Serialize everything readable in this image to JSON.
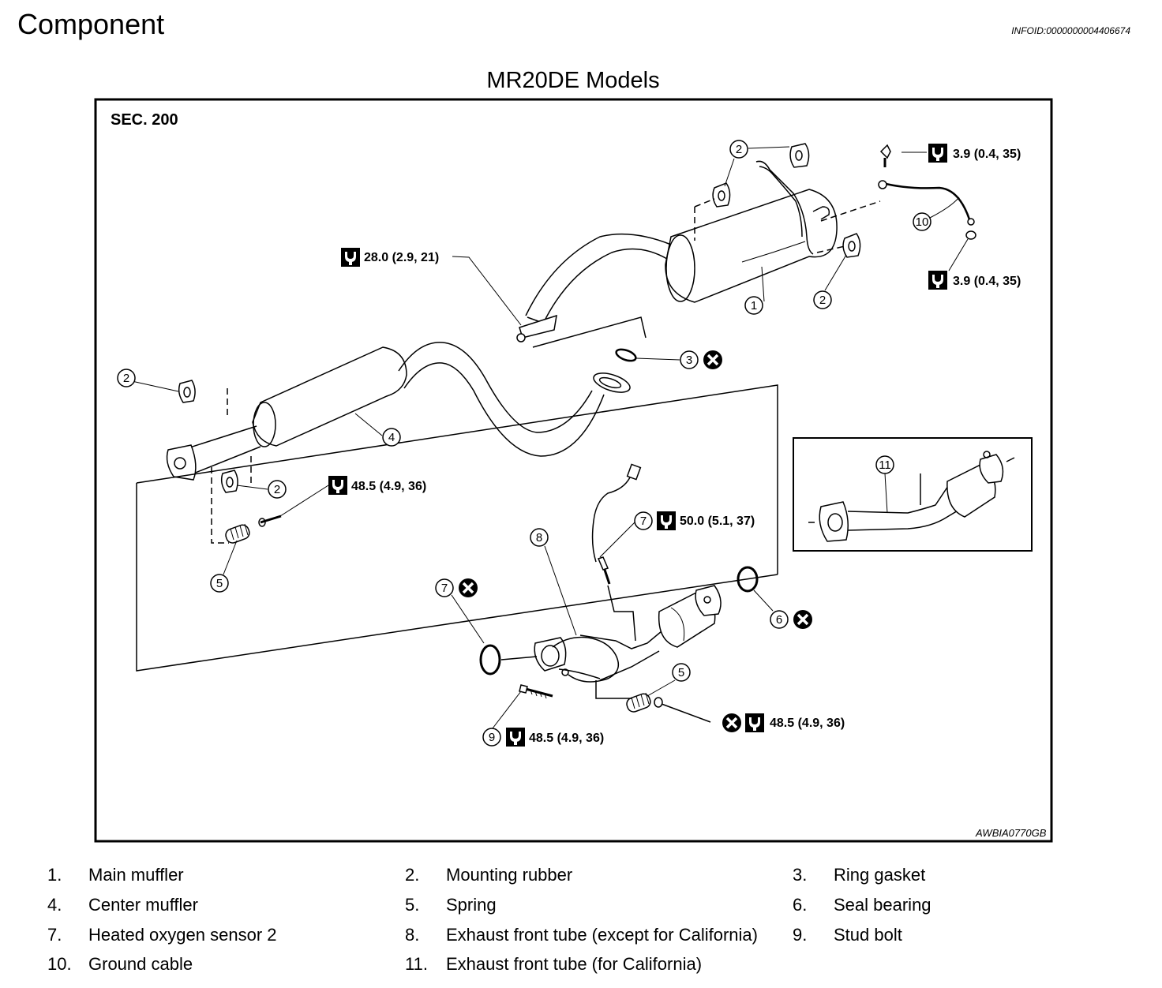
{
  "header": {
    "title": "Component",
    "info_id": "INFOID:0000000004406674"
  },
  "diagram": {
    "title": "MR20DE Models",
    "section": "SEC. 200",
    "figure_code": "AWBIA0770GB",
    "callouts": {
      "c1": "1",
      "c2a": "2",
      "c2b": "2",
      "c2c": "2",
      "c2d": "2",
      "c3": "3",
      "c4": "4",
      "c5a": "5",
      "c5b": "5",
      "c6": "6",
      "c7a": "7",
      "c7b": "7",
      "c8": "8",
      "c9": "9",
      "c10": "10",
      "c11": "11"
    },
    "torques": {
      "t1": "3.9 (0.4, 35)",
      "t2": "3.9 (0.4, 35)",
      "t3": "28.0 (2.9, 21)",
      "t4": "48.5 (4.9, 36)",
      "t5": "50.0 (5.1, 37)",
      "t6": "48.5 (4.9, 36)",
      "t7": "48.5 (4.9, 36)"
    }
  },
  "legend": [
    {
      "num": "1.",
      "label": "Main muffler"
    },
    {
      "num": "2.",
      "label": "Mounting rubber"
    },
    {
      "num": "3.",
      "label": "Ring gasket"
    },
    {
      "num": "4.",
      "label": "Center muffler"
    },
    {
      "num": "5.",
      "label": "Spring"
    },
    {
      "num": "6.",
      "label": "Seal bearing"
    },
    {
      "num": "7.",
      "label": "Heated oxygen sensor 2"
    },
    {
      "num": "8.",
      "label": "Exhaust front tube (except for California)"
    },
    {
      "num": "9.",
      "label": "Stud bolt"
    },
    {
      "num": "10.",
      "label": "Ground cable"
    },
    {
      "num": "11.",
      "label": "Exhaust front tube (for California)"
    }
  ]
}
